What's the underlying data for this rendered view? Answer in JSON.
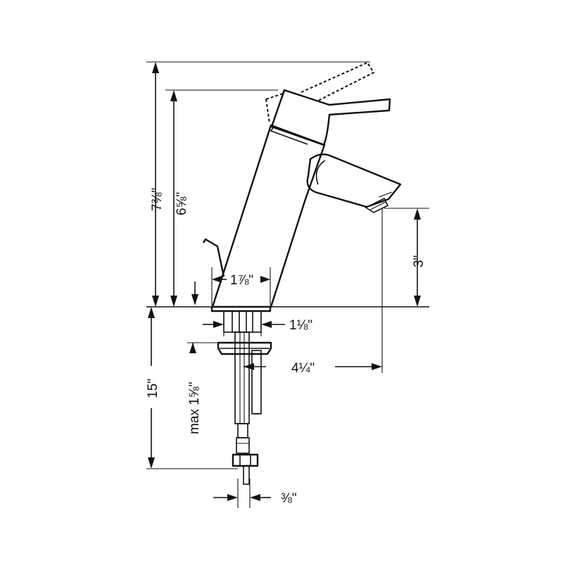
{
  "dimensions": {
    "overall_height": "7⅜\"",
    "spout_height": "6⅝\"",
    "spout_clearance": "3\"",
    "base_width": "1⅞\"",
    "shank_diameter": "1⅛\"",
    "spout_reach": "4¼\"",
    "supply_length": "15\"",
    "deck_thickness": "max 1⅝\"",
    "supply_diameter": "⅜\""
  }
}
